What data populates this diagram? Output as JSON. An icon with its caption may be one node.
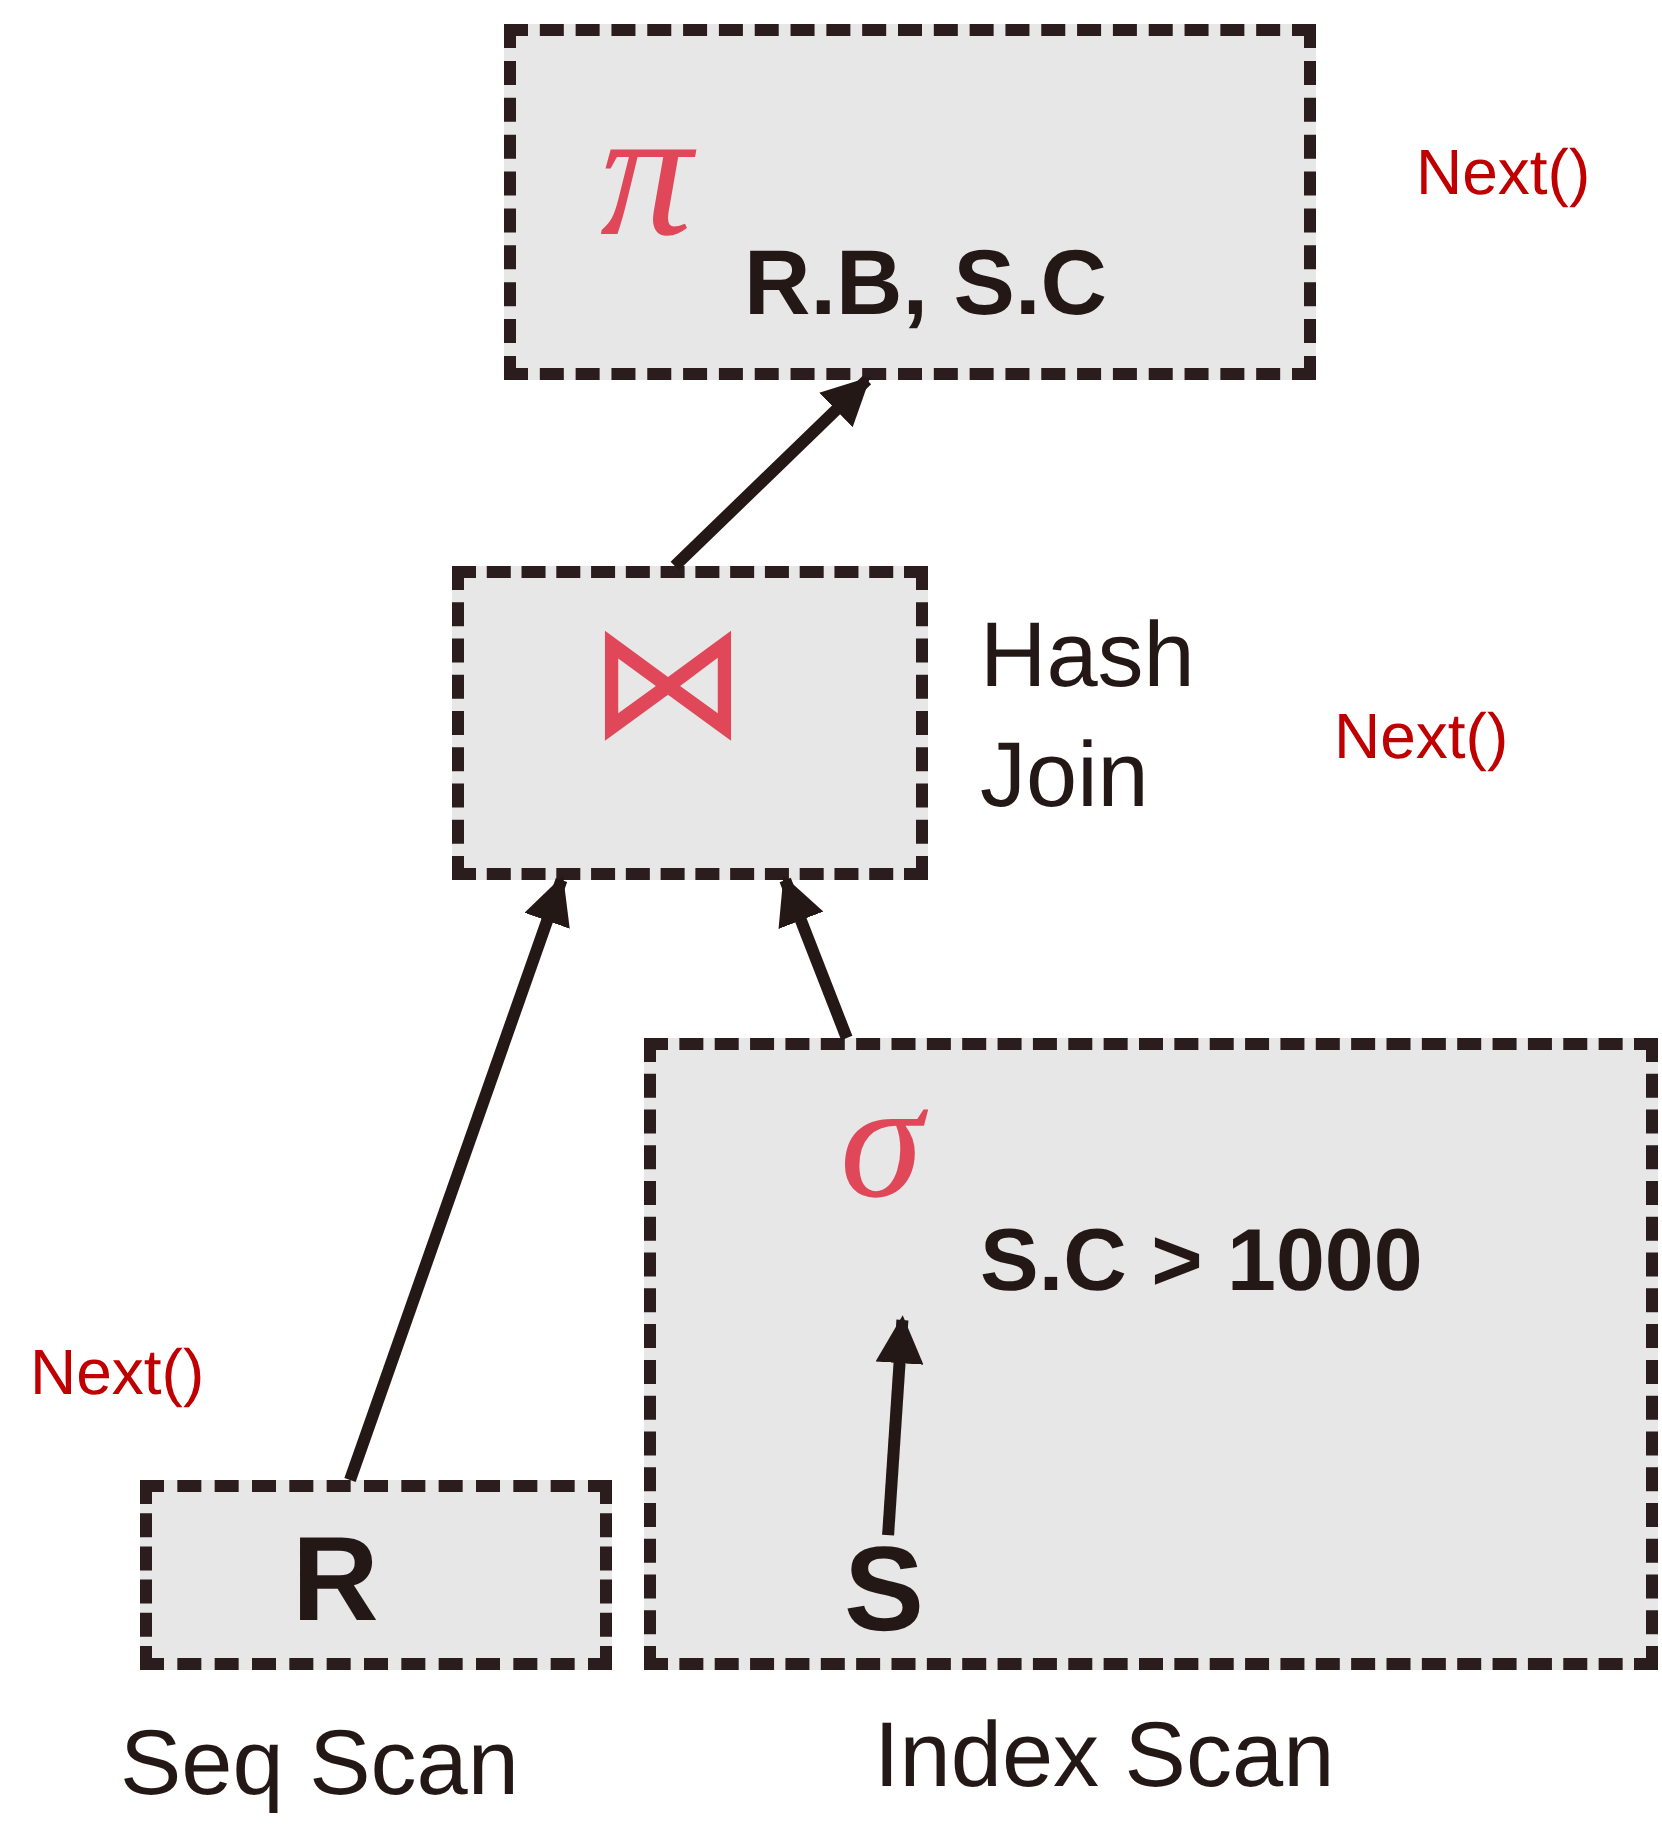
{
  "diagram": {
    "nodes": [
      {
        "text": [
          "π",
          "R.B, S.C"
        ]
      },
      {
        "text": [
          "⋈"
        ],
        "beside": [
          "Hash Join"
        ]
      },
      {
        "text": [],
        "shape": "box",
        "beside": [
          "Index Scan"
        ]
      },
      {
        "text": [
          "σ",
          "S.C > 1000"
        ],
        "in": 2
      },
      {
        "text": [
          "S"
        ],
        "in": 2
      },
      {
        "text": [
          "R"
        ],
        "beside": [
          "Seq Scan"
        ]
      }
    ],
    "edges": [
      {
        "from": 1,
        "to": 0,
        "arrow": "to"
      },
      {
        "from": 5,
        "to": 1,
        "arrow": "to"
      },
      {
        "from": 2,
        "to": 1,
        "arrow": "to"
      },
      {
        "from": 4,
        "to": 3,
        "arrow": "to"
      }
    ],
    "labels": [
      "Next()",
      "Next()",
      "Next()"
    ]
  }
}
